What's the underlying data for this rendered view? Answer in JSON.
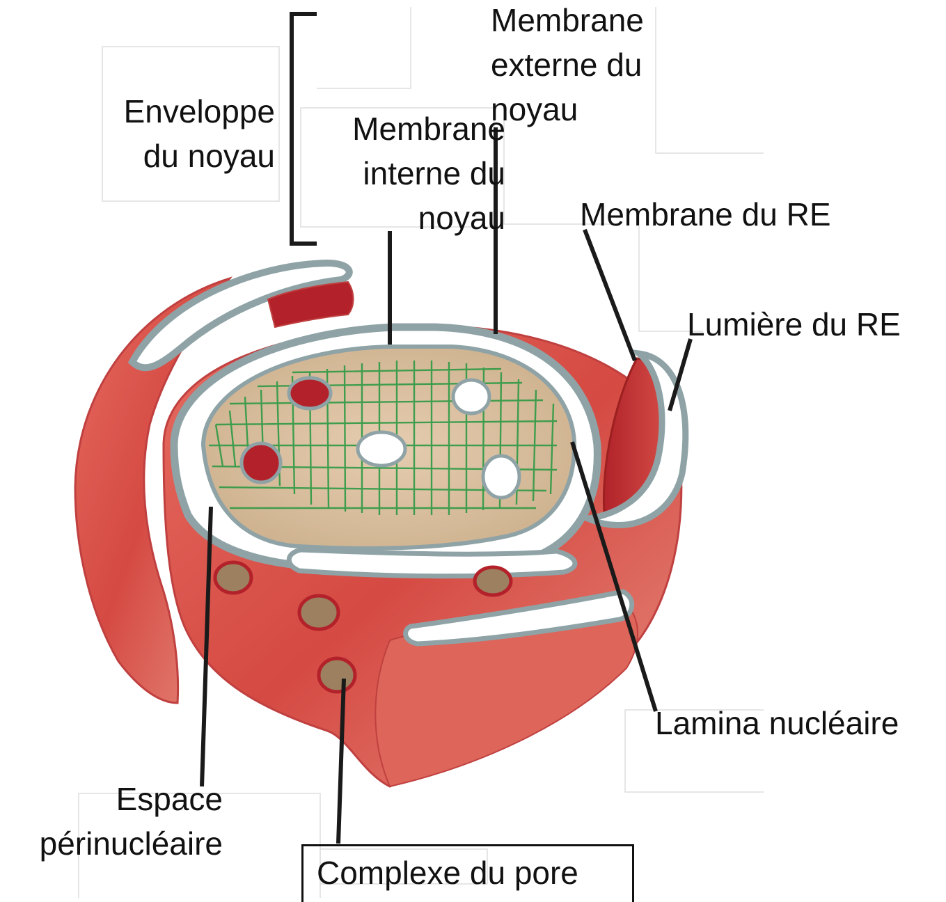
{
  "labels": {
    "envelope": "Enveloppe\ndu noyau",
    "outer_membrane": "Membrane\nexterne du\nnoyau",
    "inner_membrane": "Membrane\ninterne du\nnoyau",
    "er_membrane": "Membrane du RE",
    "er_lumen": "Lumière du RE",
    "lamina": "Lamina nucléaire",
    "perinuclear_space": "Espace\npérinucléaire",
    "pore_complex": "Complexe du pore"
  },
  "colors": {
    "membrane_red": "#d9534a",
    "membrane_dark": "#a81e22",
    "membrane_edge": "#8fa3a6",
    "lumen_white": "#ffffff",
    "lamina_fill": "#d8bfa0",
    "lamina_fibers": "#2e9a45",
    "pore_fill": "#9c8060",
    "leader_line": "#1a1a1a"
  }
}
